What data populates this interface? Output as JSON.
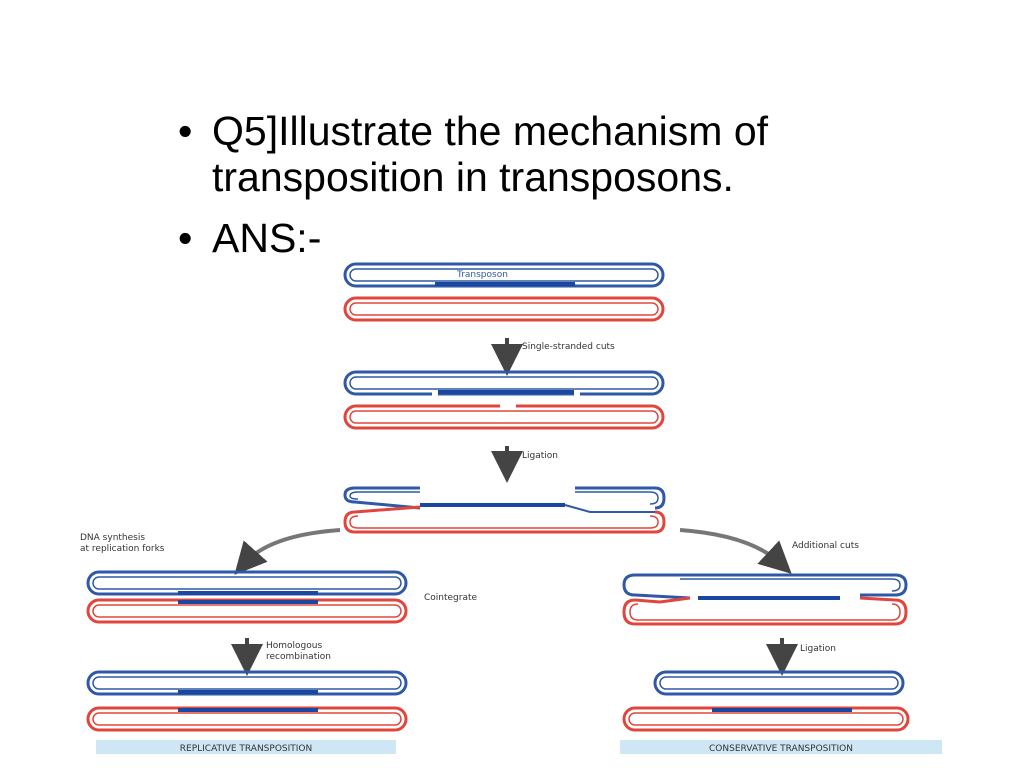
{
  "slide": {
    "bullets": [
      {
        "text": "Q5]Illustrate the mechanism of transposition in transposons."
      },
      {
        "text": "ANS:-"
      }
    ]
  },
  "figure": {
    "colors": {
      "top_strand": "#2f58a6",
      "bottom_strand": "#e0463c",
      "transposon": "#1a48a0",
      "arrow": "#555555",
      "footer_bg": "#cfe6f5"
    },
    "labels": {
      "transposon": "Transposon",
      "single_stranded_cuts": "Single-stranded cuts",
      "ligation_1": "Ligation",
      "dna_synthesis_1": "DNA synthesis",
      "dna_synthesis_2": "at replication forks",
      "additional_cuts": "Additional cuts",
      "cointegrate": "Cointegrate",
      "homologous_1": "Homologous",
      "homologous_2": "recombination",
      "ligation_2": "Ligation",
      "replicative": "REPLICATIVE TRANSPOSITION",
      "conservative": "CONSERVATIVE TRANSPOSITION"
    }
  }
}
